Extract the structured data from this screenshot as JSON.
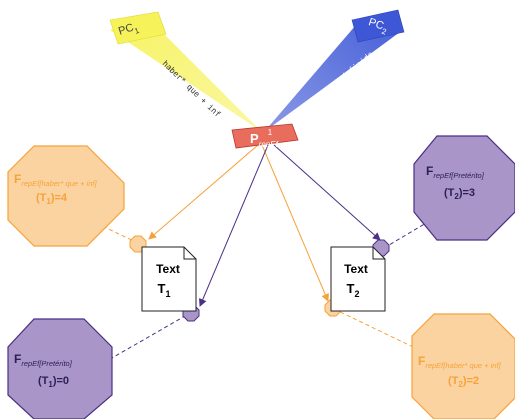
{
  "colors": {
    "yellow": "#f6f25a",
    "blue": "#3d57d6",
    "orange": "#f6a23a",
    "orange_fill": "#fbd3a0",
    "purple": "#6a4c9c",
    "purple_fill": "#a995c8",
    "red": "#d9463a",
    "red_fill": "#e96d5c"
  },
  "pc1": {
    "label": "PC",
    "sub": "1",
    "beam_text": "haber* que + inf"
  },
  "pc2": {
    "label": "PC",
    "sub": "2",
    "beam_text": "pretérito indefinido"
  },
  "pattern": {
    "label": "P",
    "sub": "repEf",
    "sup": "1"
  },
  "texts": [
    {
      "word": "Text",
      "var": "T",
      "sub": "1"
    },
    {
      "word": "Text",
      "var": "T",
      "sub": "2"
    }
  ],
  "features": [
    {
      "f": "F",
      "sub": "repEf[haber* que + inf]",
      "arg": "(T",
      "arg_sub": "1",
      "value": ")=4"
    },
    {
      "f": "F",
      "sub": "repEf[Pretérito]",
      "arg": "(T",
      "arg_sub": "2",
      "value": ")=3"
    },
    {
      "f": "F",
      "sub": "repEf[Pretérito]",
      "arg": "(T",
      "arg_sub": "1",
      "value": ")=0"
    },
    {
      "f": "F",
      "sub": "repEf[haber* que + inf]",
      "arg": "(T",
      "arg_sub": "2",
      "value": ")=2"
    }
  ]
}
